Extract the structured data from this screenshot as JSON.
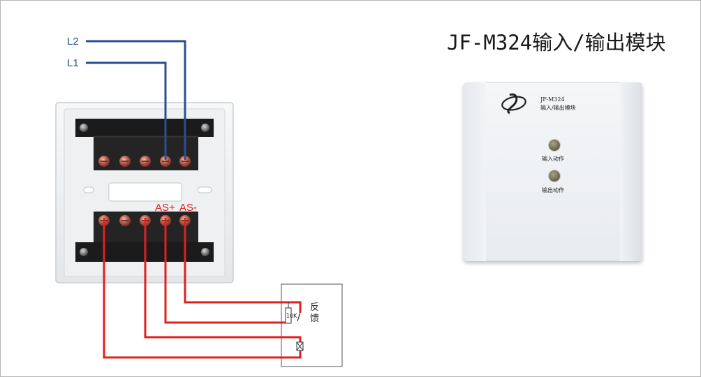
{
  "diagram": {
    "title": "JF-M324输入/输出模块",
    "wires": {
      "l2": "L2",
      "l1": "L1",
      "as_plus": "AS+",
      "as_minus": "AS-"
    },
    "feedback_circuit": {
      "resistor": "10K",
      "label_line1": "反",
      "label_line2": "馈"
    },
    "device": {
      "model": "JF-M324",
      "name": "输入/输出模块",
      "led_input_label": "输入动作",
      "led_output_label": "输出动作"
    },
    "colors": {
      "bus_wire": "#2b4f8f",
      "output_wire": "#e02020"
    }
  }
}
